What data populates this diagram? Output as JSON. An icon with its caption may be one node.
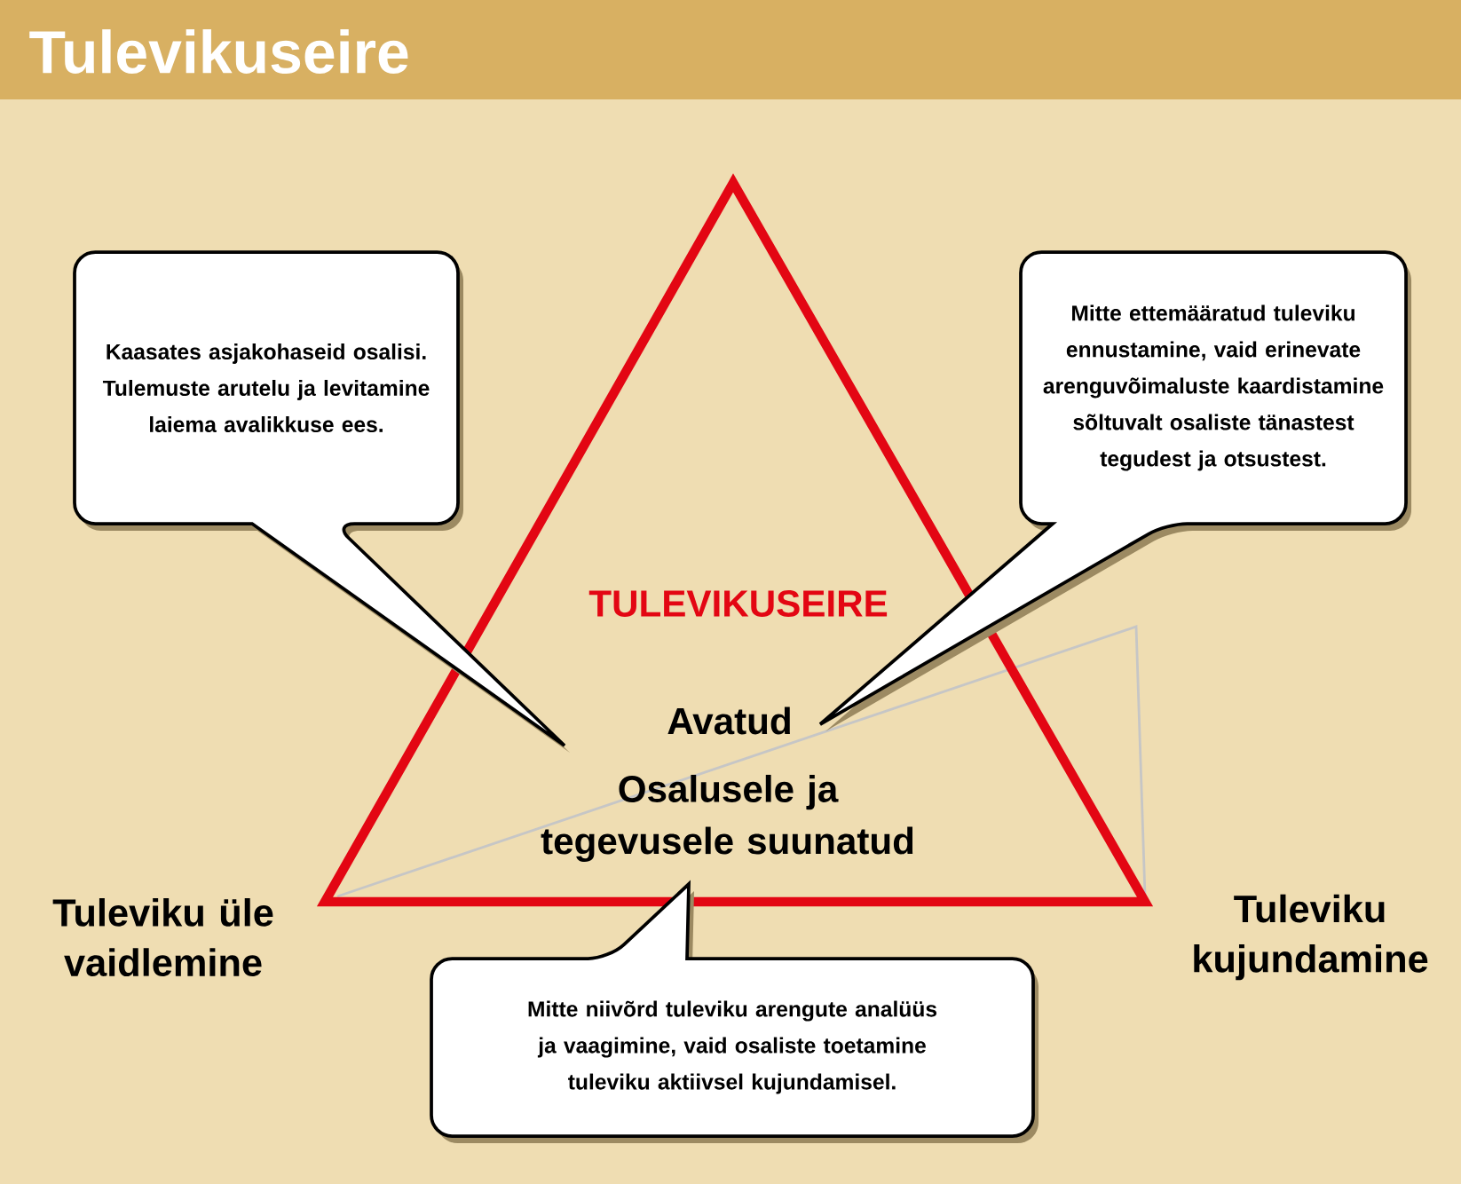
{
  "diagram": {
    "title": "Tulevikuseire",
    "nodes": [
      {
        "text": [
          "TULEVIKUSEIRE",
          "Avatud",
          "Osalusele ja tegevusele suunatud"
        ]
      },
      {
        "text": [
          "Kaasates asjakohaseid osalisi. Tulemuste arutelu ja levitamine laiema avalikkuse ees."
        ]
      },
      {
        "text": [
          "Mitte ettemääratud tuleviku ennustamine, vaid erinevate arenguvõimaluste kaardistamine sõltuvalt osaliste tänastest tegudest ja otsustest."
        ]
      },
      {
        "text": [
          "Mitte niivõrd tuleviku arengute analüüs ja vaagimine, vaid osaliste toetamine tuleviku aktiivsel kujundamisel."
        ]
      }
    ],
    "labels": [
      "Tuleviku üle vaidlemine",
      "Tuleviku kujundamine"
    ]
  }
}
